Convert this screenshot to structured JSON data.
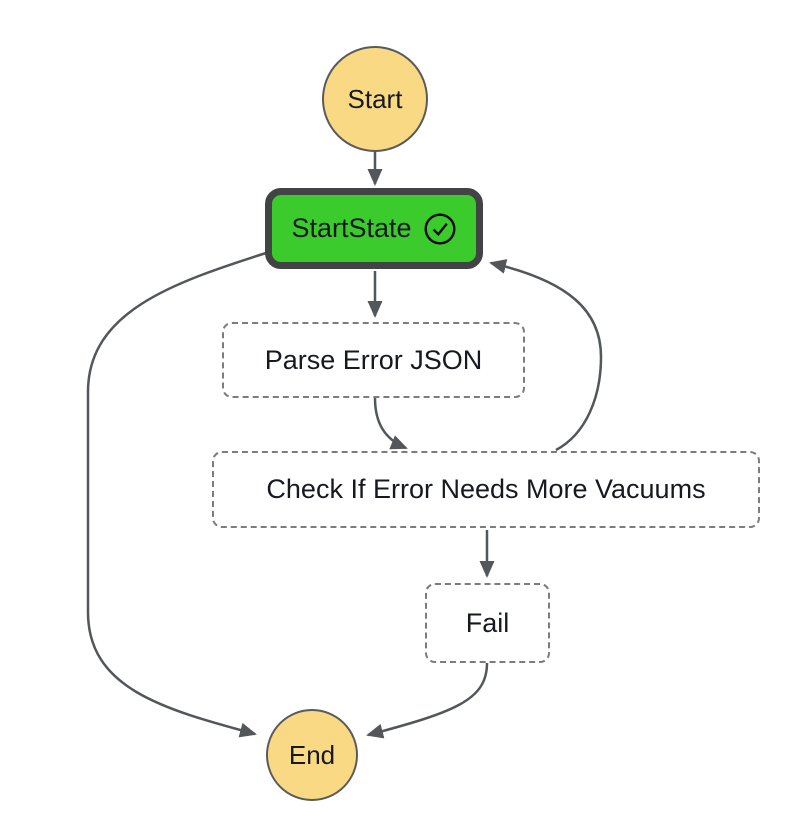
{
  "graph": {
    "name": "state-machine-graph",
    "nodes": {
      "start": {
        "label": "Start",
        "kind": "terminal"
      },
      "start_state": {
        "label": "StartState",
        "kind": "task",
        "status": "succeeded",
        "selected": true,
        "status_icon": "check-circle-icon"
      },
      "parse_error_json": {
        "label": "Parse Error JSON",
        "kind": "state"
      },
      "check_if_error_needs_more_vacuums": {
        "label": "Check If Error Needs More Vacuums",
        "kind": "state"
      },
      "fail": {
        "label": "Fail",
        "kind": "state"
      },
      "end": {
        "label": "End",
        "kind": "terminal"
      }
    },
    "edges": [
      {
        "from": "Start",
        "to": "StartState"
      },
      {
        "from": "StartState",
        "to": "Parse Error JSON"
      },
      {
        "from": "StartState",
        "to": "End"
      },
      {
        "from": "Parse Error JSON",
        "to": "Check If Error Needs More Vacuums"
      },
      {
        "from": "Check If Error Needs More Vacuums",
        "to": "Fail"
      },
      {
        "from": "Check If Error Needs More Vacuums",
        "to": "StartState"
      },
      {
        "from": "Fail",
        "to": "End"
      }
    ]
  },
  "colors": {
    "bg": "#ffffff",
    "text": "#16191f",
    "edge": "#53575a",
    "dashed-border": "#7a7c7d",
    "succeeded-fill": "#3bcb2c",
    "selected-border": "#414345",
    "terminal-fill": "#f9d984",
    "terminal-border": "#595a5c",
    "icon": "#0b0b0b"
  }
}
